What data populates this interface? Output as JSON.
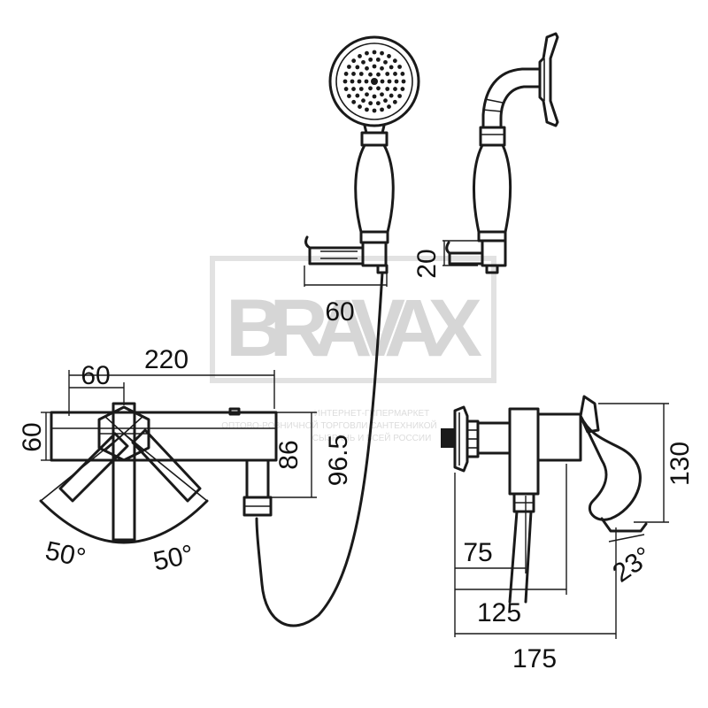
{
  "watermark": {
    "brand": "BRAVAX",
    "line1": "ИНТЕРНЕТ-ГИПЕРМАРКЕТ",
    "line2": "ОПТОВО-РОЗНИЧНОЙ ТОРГОВЛИ САНТЕХНИКОЙ",
    "line3": "СЫЗРАНЬ И ВСЕЙ РОССИИ"
  },
  "dimensions": {
    "hand_shower_holder_width": "60",
    "holder_height": "20",
    "overall_length": "220",
    "handle_offset": "60",
    "body_height": "60",
    "body_to_outlet": "86",
    "shower_head_height": "96.5",
    "left_angle": "50°",
    "right_angle": "50°",
    "depth_short": "75",
    "depth_mid": "125",
    "depth_total": "175",
    "side_height": "130",
    "side_angle": "23°"
  }
}
